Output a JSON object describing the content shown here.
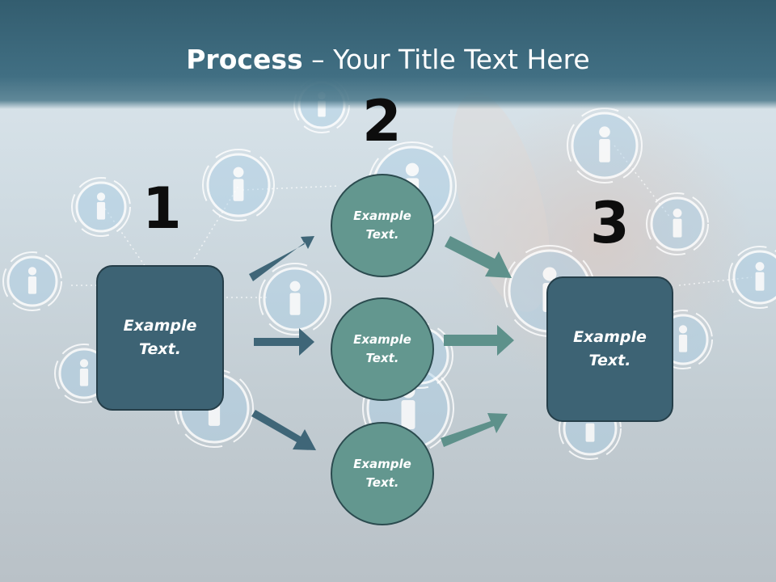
{
  "title": {
    "bold": "Process",
    "rest": " – Your Title Text Here"
  },
  "numbers": [
    "1",
    "2",
    "3"
  ],
  "nodes": {
    "box_left": "Example Text.",
    "circle_top": "Example Text.",
    "circle_middle": "Example Text.",
    "circle_bottom": "Example Text.",
    "box_right": "Example Text."
  },
  "colors": {
    "header": "#3e6a7e",
    "box_fill": "#3d6374",
    "circle_fill": "#63978f",
    "arrow_left": "#3f6678",
    "arrow_right": "#5e918b"
  }
}
